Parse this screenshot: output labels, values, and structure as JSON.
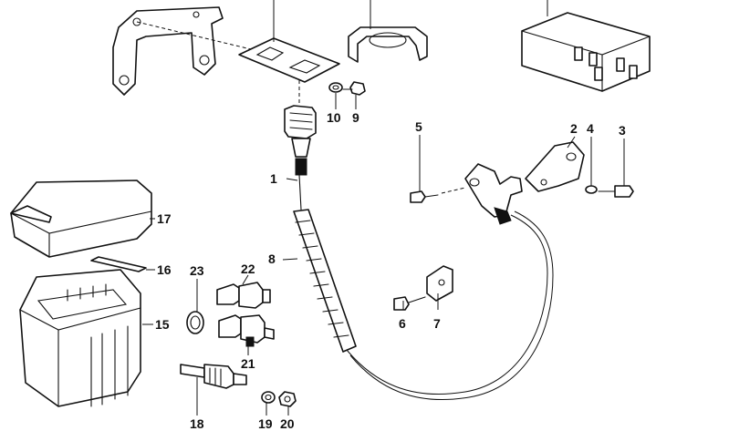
{
  "callouts": [
    "1",
    "2",
    "3",
    "4",
    "5",
    "6",
    "7",
    "8",
    "9",
    "10",
    "15",
    "16",
    "17",
    "18",
    "19",
    "20",
    "21",
    "22",
    "23"
  ]
}
